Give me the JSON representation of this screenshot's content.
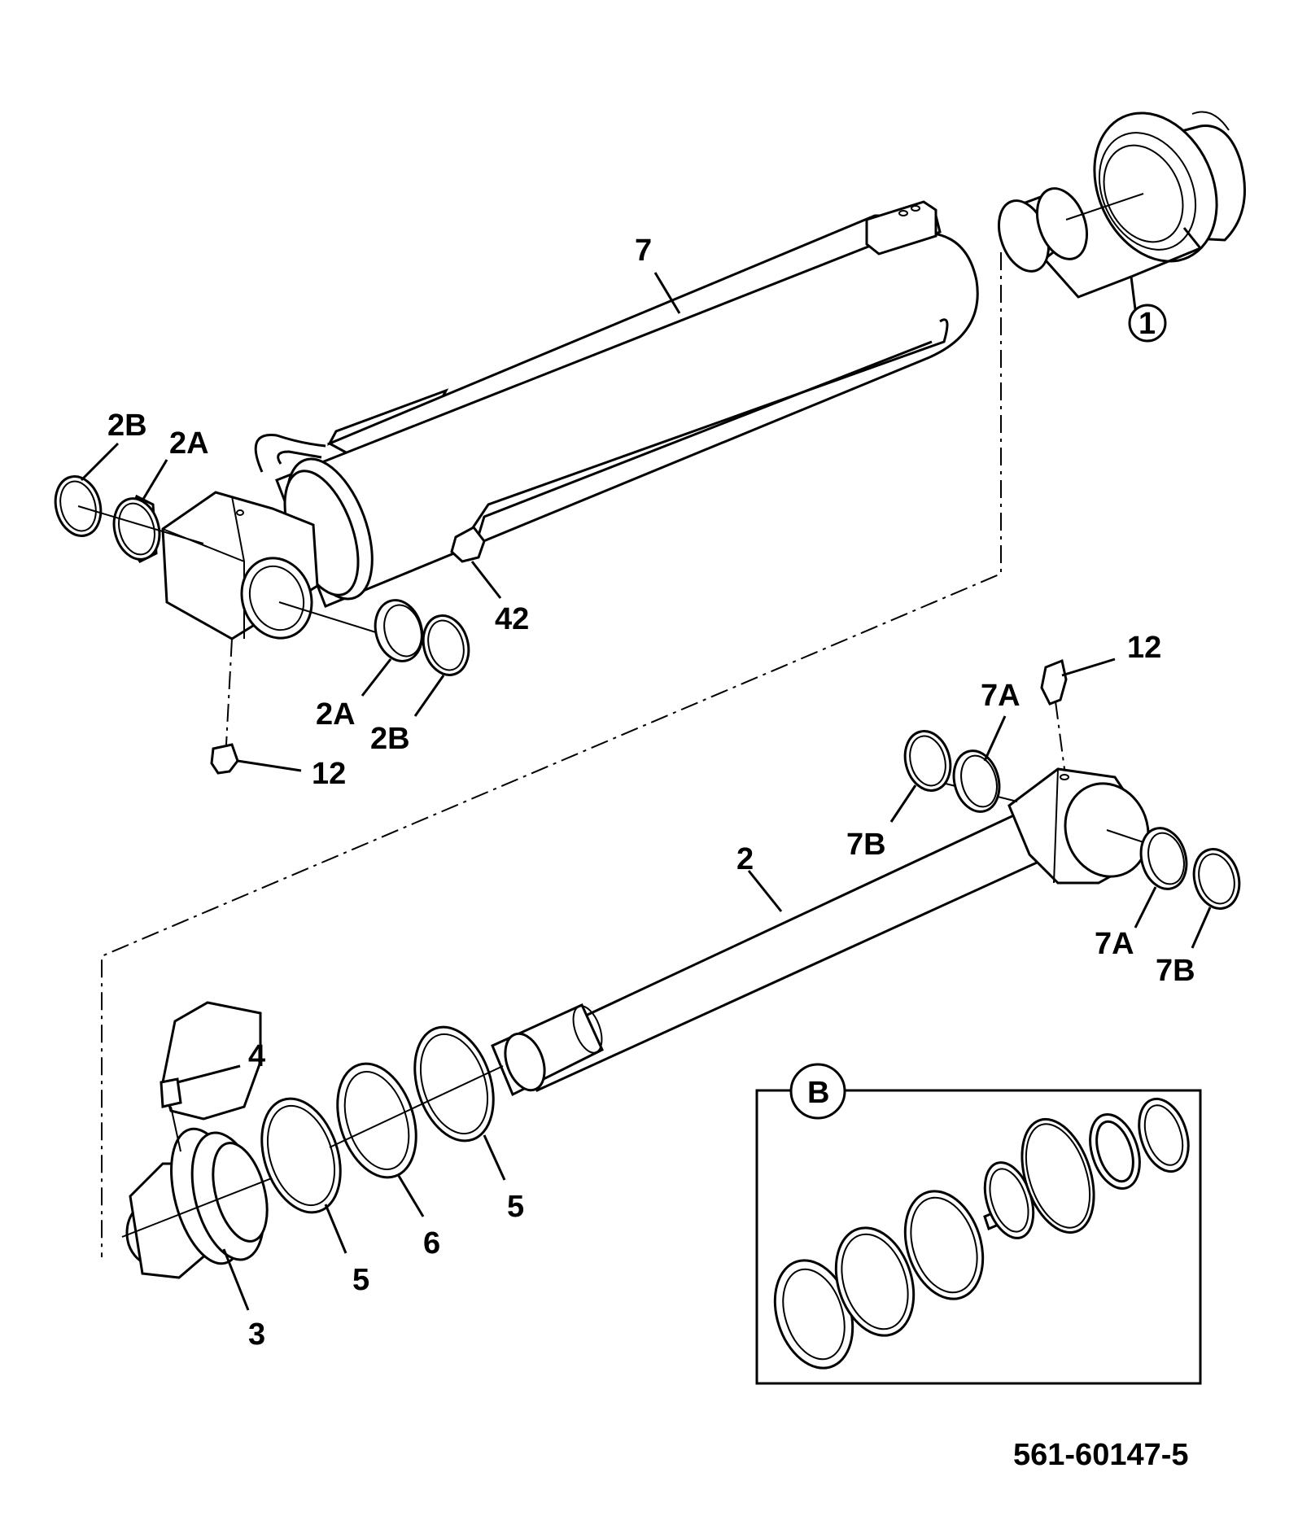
{
  "labels": {
    "part_7": "7",
    "part_1": "1",
    "part_2b_top": "2B",
    "part_2a_top": "2A",
    "part_42": "42",
    "part_2a_mid": "2A",
    "part_2b_mid": "2B",
    "part_12_left": "12",
    "part_12_right": "12",
    "part_7a_top": "7A",
    "part_7b_left": "7B",
    "part_2": "2",
    "part_7a_bottom": "7A",
    "part_7b_bottom": "7B",
    "part_4": "4",
    "part_5_right": "5",
    "part_6": "6",
    "part_5_left": "5",
    "part_3": "3",
    "detail_b": "B",
    "drawing_number": "561-60147-5"
  }
}
